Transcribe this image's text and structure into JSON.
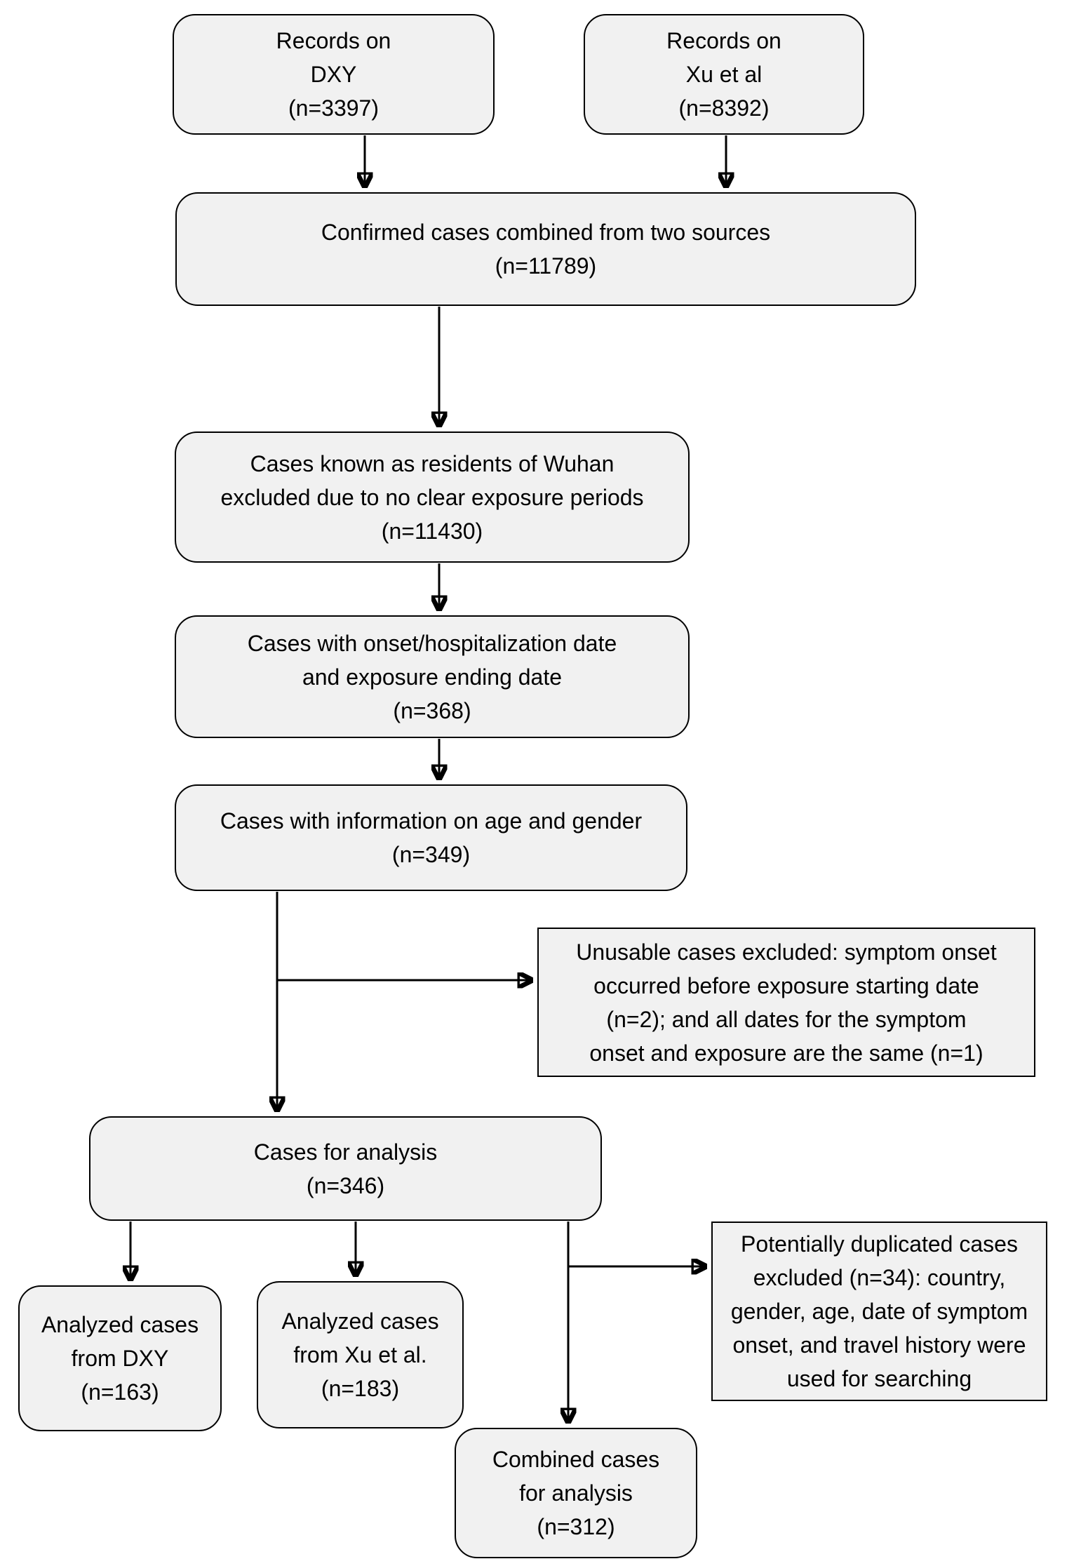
{
  "figure": {
    "type": "flowchart",
    "background": "#ffffff",
    "node_fill": "#f1f1f1",
    "node_border": "#000000",
    "text_color": "#000000"
  },
  "nodes": {
    "records_dxy": {
      "lines": [
        "Records on",
        "DXY",
        "(n=3397)"
      ]
    },
    "records_xu": {
      "lines": [
        "Records on",
        "Xu et al",
        "(n=8392)"
      ]
    },
    "combined_sources": {
      "lines": [
        "Confirmed cases combined from two sources",
        "(n=11789)"
      ]
    },
    "wuhan_excluded": {
      "lines": [
        "Cases known as residents of Wuhan",
        "excluded due to no clear exposure periods",
        "(n=11430)"
      ]
    },
    "onset_exposure": {
      "lines": [
        "Cases with onset/hospitalization date",
        "and exposure ending date",
        "(n=368)"
      ]
    },
    "age_gender": {
      "lines": [
        "Cases with information on age and gender",
        "(n=349)"
      ]
    },
    "unusable_excluded": {
      "lines": [
        "Unusable cases excluded: symptom onset",
        "occurred before exposure starting date",
        "(n=2); and all dates for the symptom",
        "onset and exposure are the same (n=1)"
      ]
    },
    "cases_for_analysis": {
      "lines": [
        "Cases for analysis",
        "(n=346)"
      ]
    },
    "analyzed_dxy": {
      "lines": [
        "Analyzed cases",
        "from DXY",
        "(n=163)"
      ]
    },
    "analyzed_xu": {
      "lines": [
        "Analyzed cases",
        "from Xu et al.",
        "(n=183)"
      ]
    },
    "duplicated_excluded": {
      "lines": [
        "Potentially duplicated cases",
        "excluded (n=34): country,",
        "gender, age, date of symptom",
        "onset, and travel history were",
        "used for searching"
      ]
    },
    "combined_analysis": {
      "lines": [
        "Combined cases",
        "for analysis",
        "(n=312)"
      ]
    }
  }
}
